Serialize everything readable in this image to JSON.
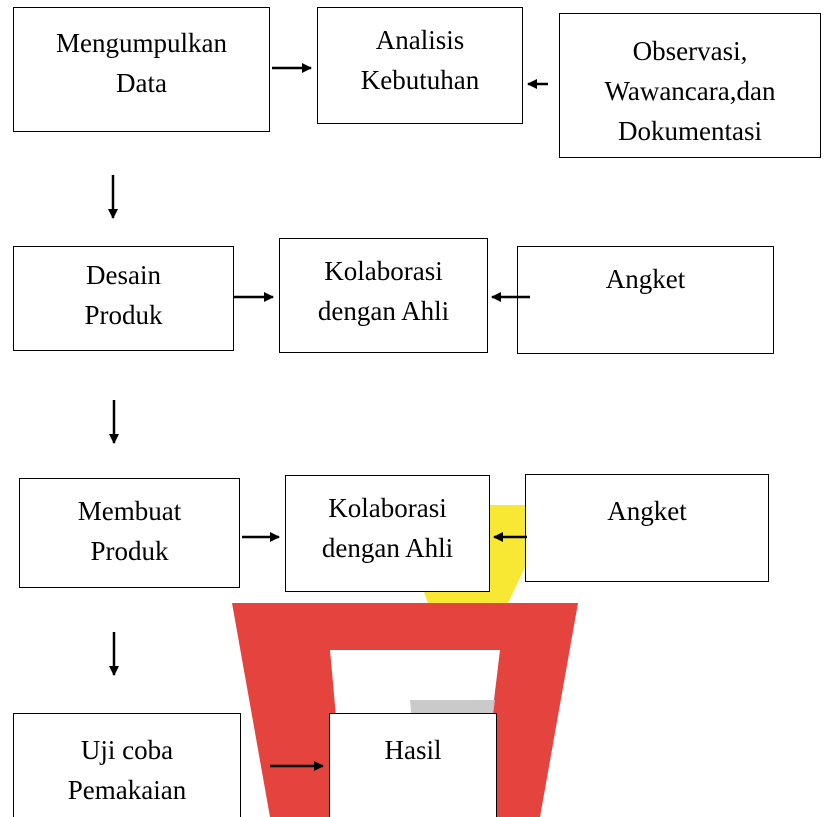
{
  "colors": {
    "line": "#000000",
    "watermark_red": "#e0221b",
    "watermark_yellow": "#f7e200",
    "watermark_gray": "#c4c4c4"
  },
  "icons": [
    "arrow-right-icon",
    "arrow-left-icon",
    "arrow-down-icon",
    "logo-watermark"
  ],
  "rows": [
    {
      "left": {
        "lines": [
          "Mengumpulkan",
          "Data"
        ]
      },
      "middle": {
        "lines": [
          "Analisis",
          "Kebutuhan"
        ]
      },
      "right": {
        "lines": [
          "Observasi,",
          "Wawancara,dan",
          "Dokumentasi"
        ]
      }
    },
    {
      "left": {
        "lines": [
          "Desain",
          "Produk"
        ]
      },
      "middle": {
        "lines": [
          "Kolaborasi",
          "dengan Ahli"
        ]
      },
      "right": {
        "lines": [
          "Angket"
        ]
      }
    },
    {
      "left": {
        "lines": [
          "Membuat",
          "Produk"
        ]
      },
      "middle": {
        "lines": [
          "Kolaborasi",
          "dengan Ahli"
        ]
      },
      "right": {
        "lines": [
          "Angket"
        ]
      }
    },
    {
      "left": {
        "lines": [
          "Uji coba",
          "Pemakaian"
        ]
      },
      "middle": {
        "lines": [
          "Hasil"
        ]
      }
    }
  ]
}
